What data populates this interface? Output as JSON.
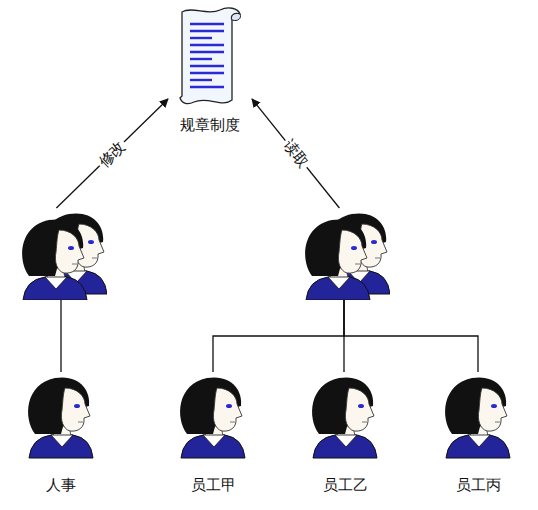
{
  "diagram": {
    "nodes": [
      {
        "text": [
          "规章制度"
        ]
      },
      {
        "text": []
      },
      {
        "text": []
      },
      {
        "text": [
          "人事"
        ]
      },
      {
        "text": [
          "员工甲"
        ]
      },
      {
        "text": [
          "员工乙"
        ]
      },
      {
        "text": [
          "员工丙"
        ]
      }
    ],
    "edges": [
      {
        "from": 1,
        "to": 0,
        "label": "修改",
        "arrow": "to"
      },
      {
        "from": 2,
        "to": 0,
        "label": "读取",
        "arrow": "to"
      },
      {
        "from": 1,
        "to": 3,
        "arrow": "none"
      },
      {
        "from": 2,
        "to": 4,
        "arrow": "none"
      },
      {
        "from": 2,
        "to": 5,
        "arrow": "none"
      },
      {
        "from": 2,
        "to": 6,
        "arrow": "none"
      }
    ]
  }
}
